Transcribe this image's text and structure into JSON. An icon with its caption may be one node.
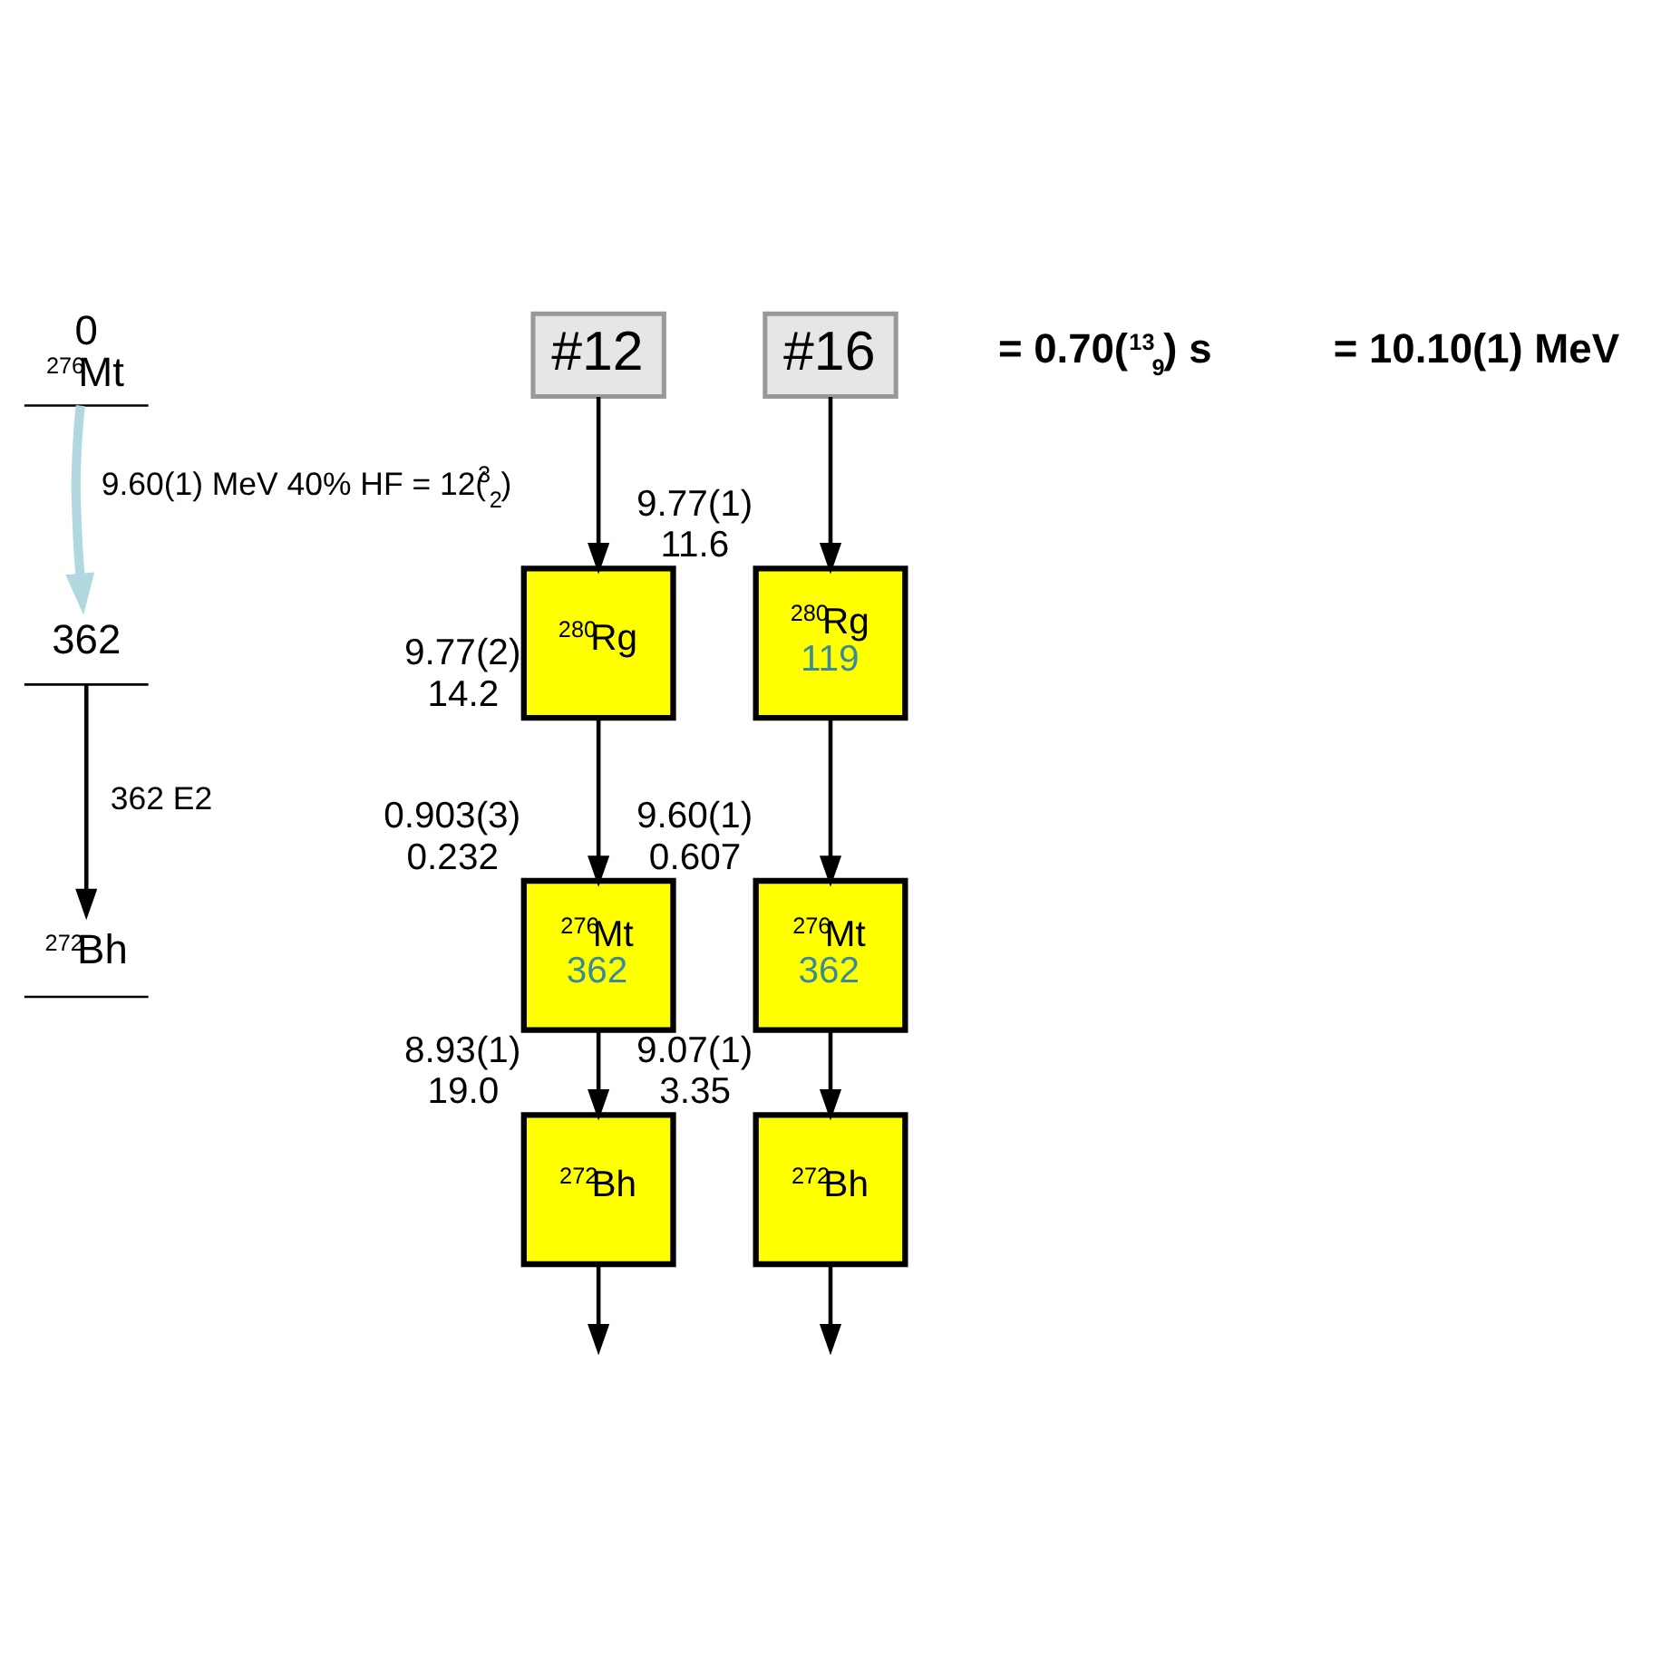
{
  "diagram": {
    "nodes": [
      {
        "text": [
          "0",
          "$^{276}$Mt"
        ]
      },
      {
        "text": [
          "362"
        ]
      },
      {
        "text": [
          "$^{272}$Bh"
        ]
      },
      {
        "text": [
          "#12"
        ]
      },
      {
        "text": [
          "#16"
        ]
      },
      {
        "text": [
          "$^{280}$Rg"
        ],
        "beside": [
          "9.77(2)",
          "14.2"
        ]
      },
      {
        "text": [
          "$^{280}$Rg",
          "119"
        ],
        "beside": [
          "9.77(1)",
          "11.6"
        ]
      },
      {
        "text": [
          "$^{276}$Mt",
          "362"
        ],
        "beside": [
          "0.903(3)",
          "0.232"
        ]
      },
      {
        "text": [
          "$^{276}$Mt",
          "362"
        ],
        "beside": [
          "9.60(1)",
          "0.607"
        ]
      },
      {
        "text": [
          "$^{272}$Bh"
        ],
        "beside": [
          "8.93(1)",
          "19.0"
        ]
      },
      {
        "text": [
          "$^{272}$Bh"
        ],
        "beside": [
          "9.07(1)",
          "3.35"
        ]
      }
    ],
    "edges": [
      {
        "from": 0,
        "to": 1,
        "arrow": "to",
        "label": "9.60(1) MeV 40% HF = 12($^{3}$$_{2}$)",
        "style": "thick",
        "color": "#b0d8de"
      },
      {
        "from": 1,
        "to": 2,
        "arrow": "to",
        "label": "362 E2"
      },
      {
        "from": 3,
        "to": 5,
        "arrow": "to"
      },
      {
        "from": 4,
        "to": 6,
        "arrow": "to"
      },
      {
        "from": 5,
        "to": 7,
        "arrow": "to"
      },
      {
        "from": 6,
        "to": 8,
        "arrow": "to"
      },
      {
        "from": 7,
        "to": 9,
        "arrow": "to"
      },
      {
        "from": 8,
        "to": 10,
        "arrow": "to"
      },
      {
        "from": 9,
        "to": null,
        "arrow": "to"
      },
      {
        "from": 10,
        "to": null,
        "arrow": "to"
      }
    ],
    "labels": [
      "= 0.70($^{13}$$_{9}$) s",
      "= 10.10(1) MeV"
    ]
  }
}
